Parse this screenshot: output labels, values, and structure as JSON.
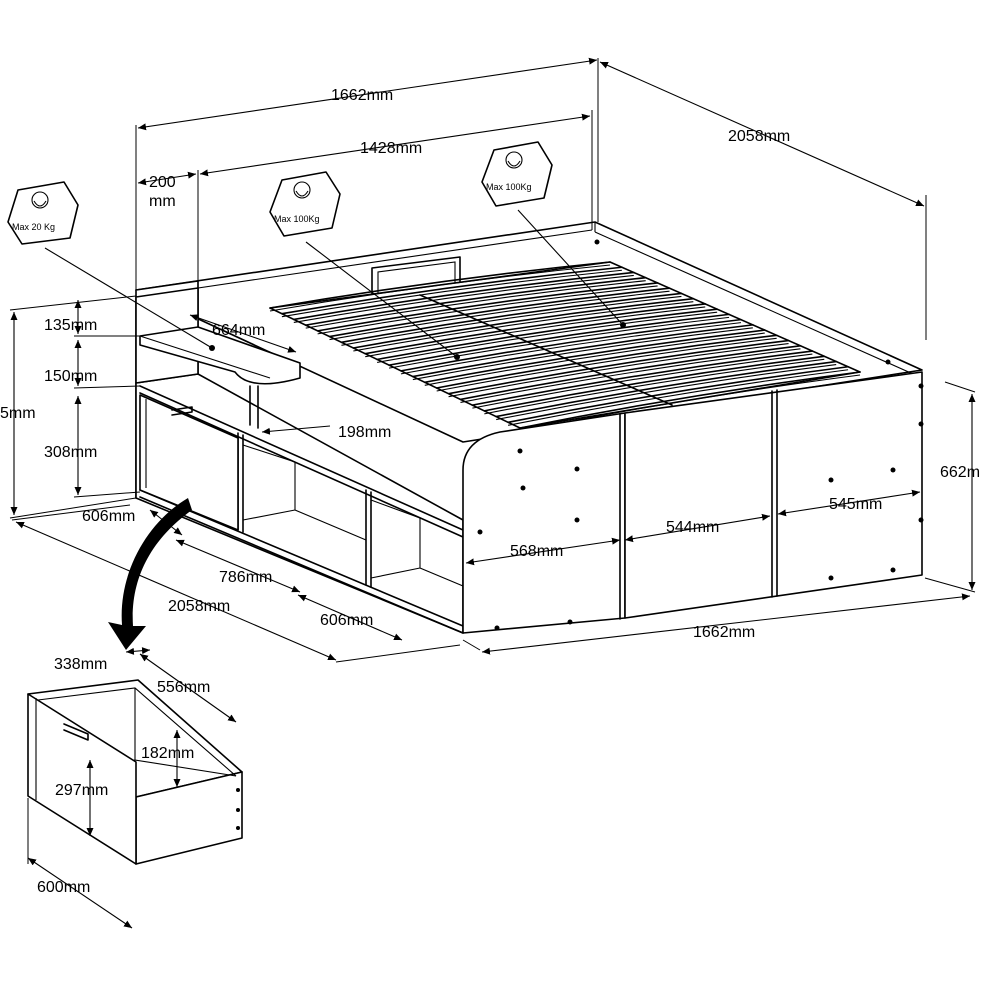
{
  "dimensions": {
    "width_top": "1662mm",
    "length_top_right": "2058mm",
    "inner_width": "1428mm",
    "headboard": "200",
    "headboard_unit": "mm",
    "shelf_depth": "664mm",
    "shelf_gap_top": "135mm",
    "shelf_gap_mid": "150mm",
    "left_height_partial": "5mm",
    "cubby_height": "308mm",
    "shelf_post": "198mm",
    "drawer_depth_left": "606mm",
    "cubby_width": "786mm",
    "length_bottom": "2058mm",
    "cubby_right": "606mm",
    "end_panel": "568mm",
    "door_mid": "544mm",
    "door_right": "545mm",
    "right_height_partial": "662m",
    "width_bottom": "1662mm"
  },
  "drawer": {
    "front_offset": "338mm",
    "depth": "556mm",
    "inner_height": "182mm",
    "height": "297mm",
    "width": "600mm"
  },
  "load_badges": [
    {
      "label": "Max 20  Kg"
    },
    {
      "label": "Max 100Kg"
    },
    {
      "label": "Max 100Kg"
    }
  ],
  "colors": {
    "line": "#000000",
    "background": "#ffffff"
  }
}
